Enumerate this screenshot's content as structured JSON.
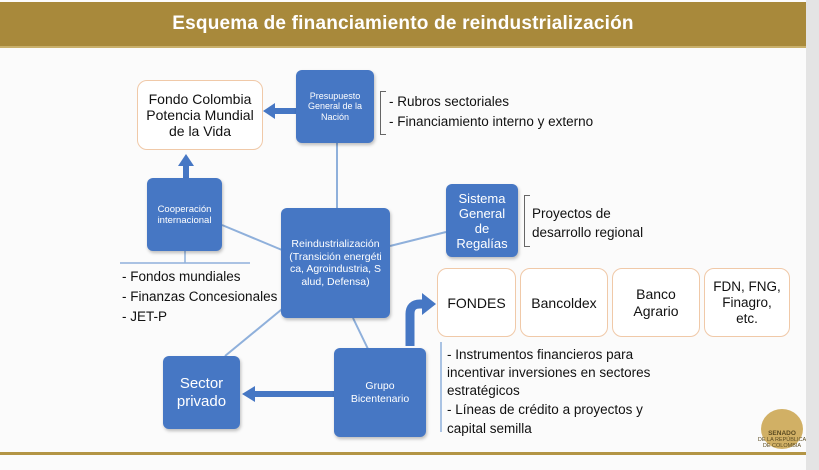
{
  "title": "Esquema de financiamiento de reindustrialización",
  "nodes": {
    "fondo": "Fondo Colombia Potencia Mundial de la Vida",
    "presupuesto": "Presupuesto General de la Nación",
    "cooperacion": "Cooperación internacional",
    "reindustrializacion": "Reindustrialización (Transición energética, Agroindustria, Salud, Defensa)",
    "sgr": "Sistema General de Regalías",
    "sector_privado": "Sector privado",
    "grupo": "Grupo Bicentenario",
    "fondes": "FONDES",
    "bancoldex": "Bancoldex",
    "banco_agrario": "Banco Agrario",
    "fdn": "FDN, FNG, Finagro, etc."
  },
  "annotations": {
    "presupuesto": [
      "- Rubros sectoriales",
      "- Financiamiento interno y externo"
    ],
    "sgr": [
      "Proyectos de",
      "desarrollo regional"
    ],
    "cooperacion": [
      "- Fondos mundiales",
      "- Finanzas Concesionales",
      "- JET-P"
    ],
    "grupo": [
      "- Instrumentos financieros para",
      "incentivar inversiones en sectores",
      "estratégicos",
      "- Líneas de crédito a proyectos y",
      "capital semilla"
    ]
  },
  "logo": {
    "text": [
      "SENADO",
      "DE LA REPÚBLICA",
      "DE COLOMBIA"
    ],
    "color": "#c9a24a"
  },
  "colors": {
    "banner": "#a8893b",
    "node": "#4677c4",
    "outline": "#f0c9a8",
    "line": "#8fb0db"
  }
}
